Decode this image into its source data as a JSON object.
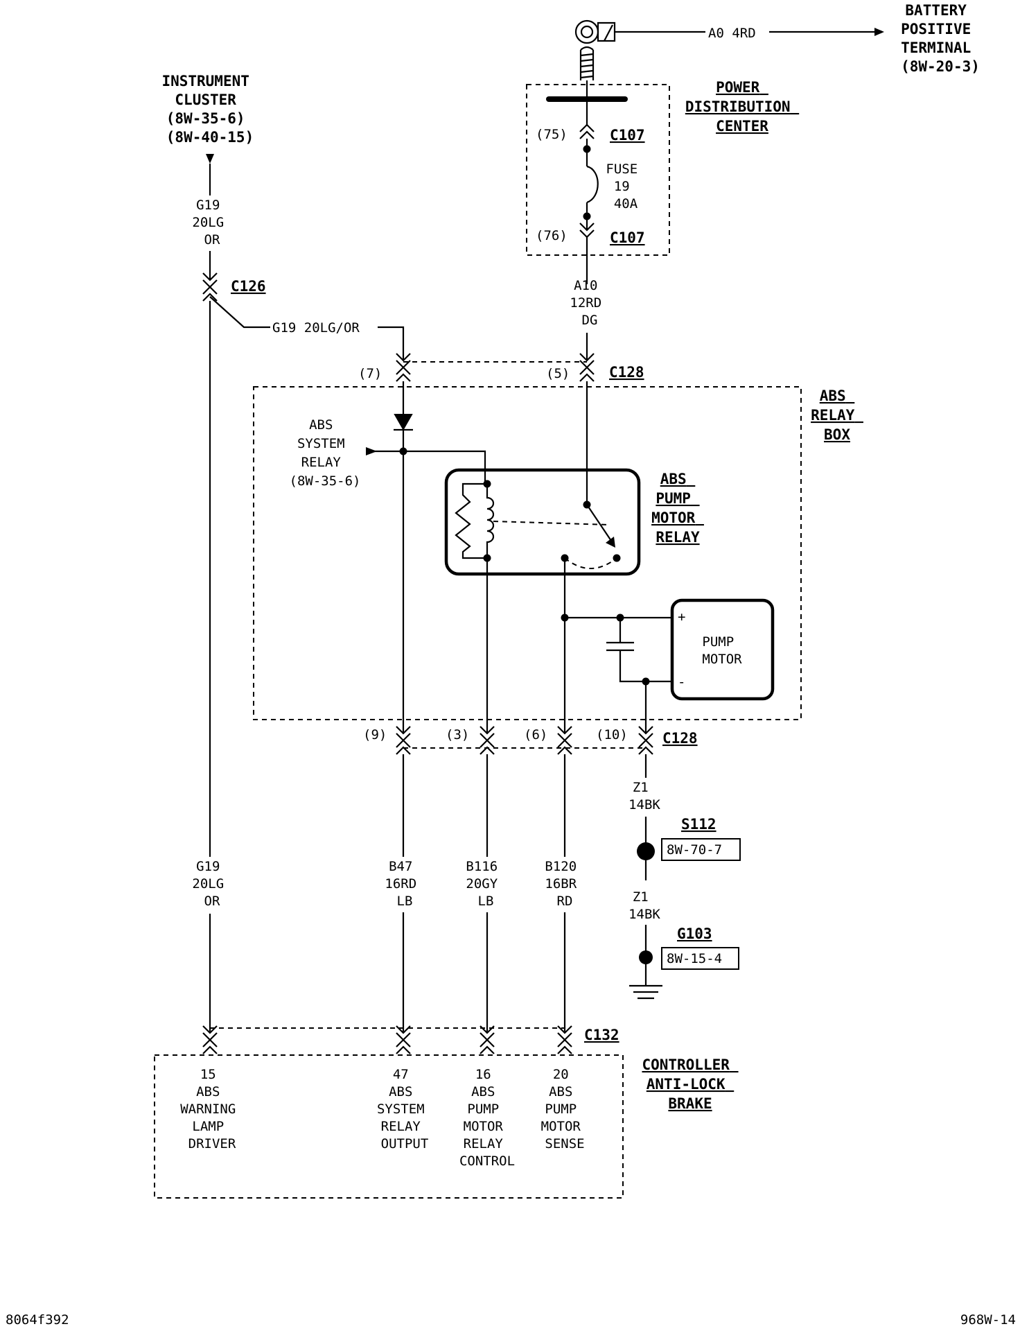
{
  "battery_terminal": {
    "lines": [
      "BATTERY",
      "POSITIVE",
      "TERMINAL",
      "(8W-20-3)"
    ],
    "wire": "A0 4RD"
  },
  "instrument_cluster": {
    "lines": [
      "INSTRUMENT",
      "CLUSTER",
      "(8W-35-6)",
      "(8W-40-15)"
    ]
  },
  "pdc": {
    "lines": [
      "POWER",
      "DISTRIBUTION",
      "CENTER"
    ],
    "connector": "C107",
    "pin_top": "(75)",
    "pin_bottom": "(76)",
    "fuse_lines": [
      "FUSE",
      "19",
      "40A"
    ]
  },
  "wire_a10": [
    "A10",
    "12RD",
    "DG"
  ],
  "wire_g19_top": [
    "G19",
    "20LG",
    "OR"
  ],
  "connector_c126": "C126",
  "wire_g19_branch": "G19 20LG/OR",
  "connector_c128": "C128",
  "c128_top_pins": [
    "(7)",
    "(5)"
  ],
  "abs_relay_box": {
    "lines": [
      "ABS",
      "RELAY",
      "BOX"
    ]
  },
  "abs_system_relay": {
    "lines": [
      "ABS",
      "SYSTEM",
      "RELAY",
      "(8W-35-6)"
    ]
  },
  "abs_pump_motor_relay": {
    "lines": [
      "ABS",
      "PUMP",
      "MOTOR",
      "RELAY"
    ]
  },
  "pump_motor": {
    "lines": [
      "PUMP",
      "MOTOR"
    ],
    "plus": "+",
    "minus": "-"
  },
  "c128_bottom_pins": [
    "(9)",
    "(3)",
    "(6)",
    "(10)"
  ],
  "wire_z1_a": [
    "Z1",
    "14BK"
  ],
  "splice_s112": {
    "name": "S112",
    "ref": "8W-70-7"
  },
  "wire_z1_b": [
    "Z1",
    "14BK"
  ],
  "ground_g103": {
    "name": "G103",
    "ref": "8W-15-4"
  },
  "wire_g19_bottom": [
    "G19",
    "20LG",
    "OR"
  ],
  "wire_b47": [
    "B47",
    "16RD",
    "LB"
  ],
  "wire_b116": [
    "B116",
    "20GY",
    "LB"
  ],
  "wire_b120": [
    "B120",
    "16BR",
    "RD"
  ],
  "connector_c132": "C132",
  "controller": {
    "lines": [
      "CONTROLLER",
      "ANTI-LOCK",
      "BRAKE"
    ]
  },
  "controller_pins": [
    {
      "lines": [
        "15",
        "ABS",
        "WARNING",
        "LAMP",
        "DRIVER"
      ]
    },
    {
      "lines": [
        "47",
        "ABS",
        "SYSTEM",
        "RELAY",
        "OUTPUT"
      ]
    },
    {
      "lines": [
        "16",
        "ABS",
        "PUMP",
        "MOTOR",
        "RELAY",
        "CONTROL"
      ]
    },
    {
      "lines": [
        "20",
        "ABS",
        "PUMP",
        "MOTOR",
        "SENSE"
      ]
    }
  ],
  "footer": {
    "left": "8064f392",
    "right": "968W-14"
  }
}
